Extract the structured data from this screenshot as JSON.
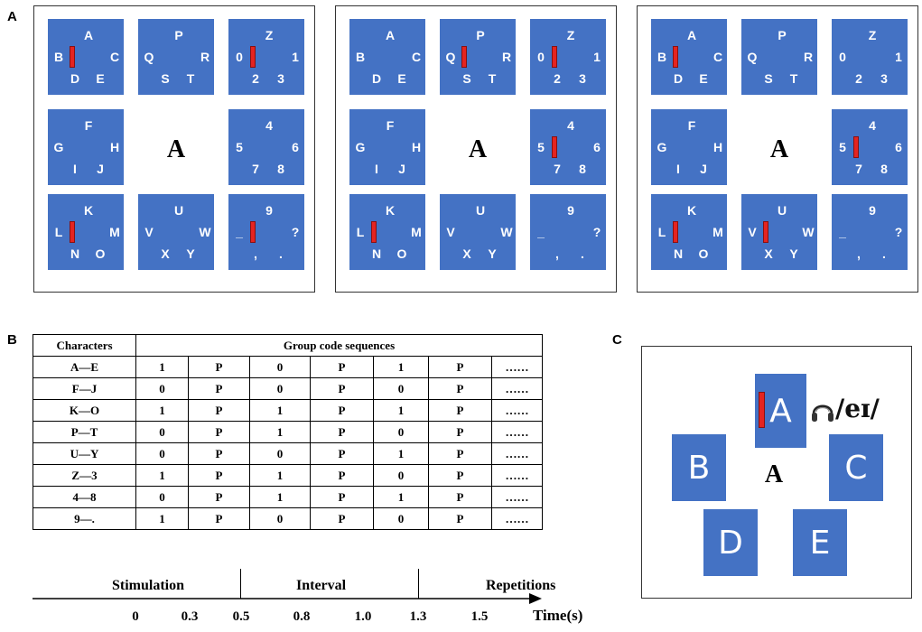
{
  "panel_labels": {
    "a": "A",
    "b": "B",
    "c": "C"
  },
  "speller": {
    "center_char": "A",
    "tiles": [
      {
        "top": "A",
        "left": "B",
        "right": "C",
        "bl": "D",
        "br": "E"
      },
      {
        "top": "P",
        "left": "Q",
        "right": "R",
        "bl": "S",
        "br": "T"
      },
      {
        "top": "Z",
        "left": "0",
        "right": "1",
        "bl": "2",
        "br": "3"
      },
      {
        "top": "F",
        "left": "G",
        "right": "H",
        "bl": "I",
        "br": "J"
      },
      {
        "top": "4",
        "left": "5",
        "right": "6",
        "bl": "7",
        "br": "8"
      },
      {
        "top": "K",
        "left": "L",
        "right": "M",
        "bl": "N",
        "br": "O"
      },
      {
        "top": "U",
        "left": "V",
        "right": "W",
        "bl": "X",
        "br": "Y"
      },
      {
        "top": "9",
        "left": "_",
        "right": "?",
        "bl": ",",
        "br": "."
      }
    ],
    "panels": [
      {
        "flashing": [
          0,
          2,
          5,
          7
        ]
      },
      {
        "flashing": [
          1,
          2,
          4,
          5
        ]
      },
      {
        "flashing": [
          0,
          4,
          5,
          6
        ]
      }
    ],
    "colors": {
      "tile": "#4472c4",
      "flash": "#e52420"
    }
  },
  "table": {
    "header_left": "Characters",
    "header_right": "Group code sequences",
    "rows": [
      {
        "chars": "A—E",
        "cells": [
          "1",
          "P",
          "0",
          "P",
          "1",
          "P",
          "……"
        ]
      },
      {
        "chars": "F—J",
        "cells": [
          "0",
          "P",
          "0",
          "P",
          "0",
          "P",
          "……"
        ]
      },
      {
        "chars": "K—O",
        "cells": [
          "1",
          "P",
          "1",
          "P",
          "1",
          "P",
          "……"
        ]
      },
      {
        "chars": "P—T",
        "cells": [
          "0",
          "P",
          "1",
          "P",
          "0",
          "P",
          "……"
        ]
      },
      {
        "chars": "U—Y",
        "cells": [
          "0",
          "P",
          "0",
          "P",
          "1",
          "P",
          "……"
        ]
      },
      {
        "chars": "Z—3",
        "cells": [
          "1",
          "P",
          "1",
          "P",
          "0",
          "P",
          "……"
        ]
      },
      {
        "chars": "4—8",
        "cells": [
          "0",
          "P",
          "1",
          "P",
          "1",
          "P",
          "……"
        ]
      },
      {
        "chars": "9—.",
        "cells": [
          "1",
          "P",
          "0",
          "P",
          "0",
          "P",
          "……"
        ]
      }
    ]
  },
  "timeline": {
    "phase_labels": [
      "Stimulation",
      "Interval",
      "Repetitions"
    ],
    "ticks": [
      "0",
      "0.3",
      "0.5",
      "0.8",
      "1.0",
      "1.3",
      "1.5"
    ],
    "axis_label": "Time(s)"
  },
  "panel_c": {
    "tiles": [
      "A",
      "B",
      "C",
      "D",
      "E"
    ],
    "center_char": "A",
    "phoneme": "/eɪ/",
    "icon": "headphones-icon"
  }
}
